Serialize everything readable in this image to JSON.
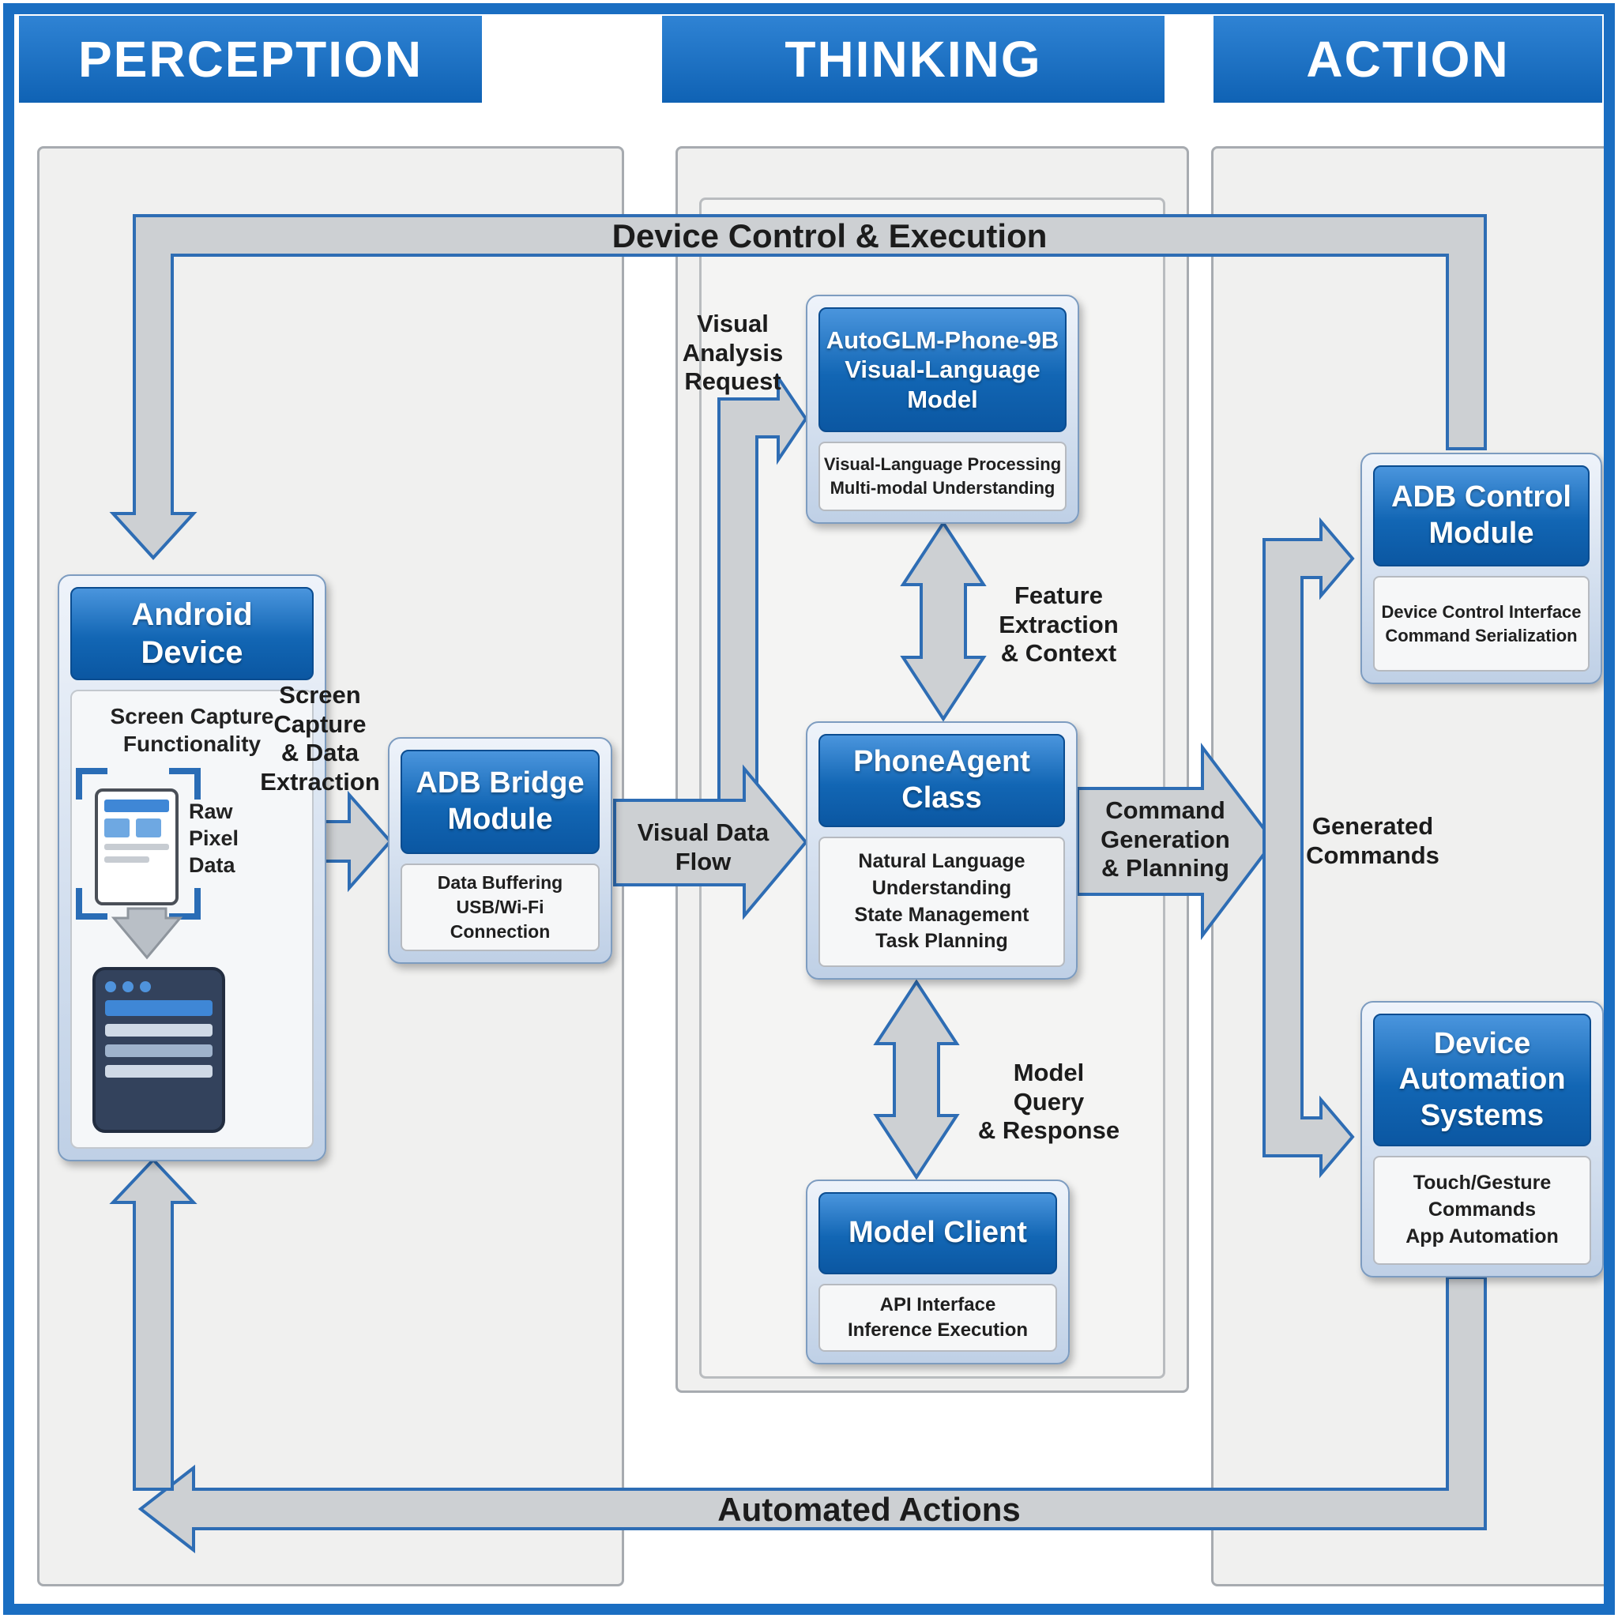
{
  "colors": {
    "header_blue": "#1168c2",
    "node_blue_top": "#4a95dd",
    "node_blue_bottom": "#0b57a2",
    "panel_bg": "#f0f0ef",
    "arrow_fill": "#cdd0d3",
    "arrow_stroke": "#2e6db4",
    "outer_border": "#1a6ec2",
    "text_dark": "#1c1c1c"
  },
  "headers": {
    "perception": "PERCEPTION",
    "thinking": "THINKING",
    "action": "ACTION"
  },
  "flows": {
    "device_control": "Device Control & Execution",
    "automated_actions": "Automated Actions",
    "screen_capture": "Screen\nCapture\n& Data\nExtraction",
    "visual_analysis": "Visual\nAnalysis\nRequest",
    "visual_data_flow": "Visual Data\nFlow",
    "feature_extraction": "Feature\nExtraction\n& Context",
    "command_generation": "Command\nGeneration\n& Planning",
    "generated_commands": "Generated\nCommands",
    "model_query": "Model Query\n& Response"
  },
  "nodes": {
    "android_device": {
      "title": "Android\nDevice",
      "caption": "Screen Capture\nFunctionality",
      "raw_pixel": "Raw\nPixel\nData"
    },
    "adb_bridge": {
      "title": "ADB Bridge\nModule",
      "details": "Data Buffering\nUSB/Wi-Fi Connection"
    },
    "vlm": {
      "title": "AutoGLM-Phone-9B\nVisual-Language\nModel",
      "details": "Visual-Language Processing\nMulti-modal Understanding"
    },
    "phone_agent": {
      "title": "PhoneAgent\nClass",
      "details": "Natural Language\nUnderstanding\nState Management\nTask Planning"
    },
    "model_client": {
      "title": "Model Client",
      "details": "API Interface\nInference Execution"
    },
    "adb_control": {
      "title": "ADB Control\nModule",
      "details": "Device Control Interface\nCommand Serialization"
    },
    "device_automation": {
      "title": "Device\nAutomation\nSystems",
      "details": "Touch/Gesture\nCommands\nApp Automation"
    }
  }
}
